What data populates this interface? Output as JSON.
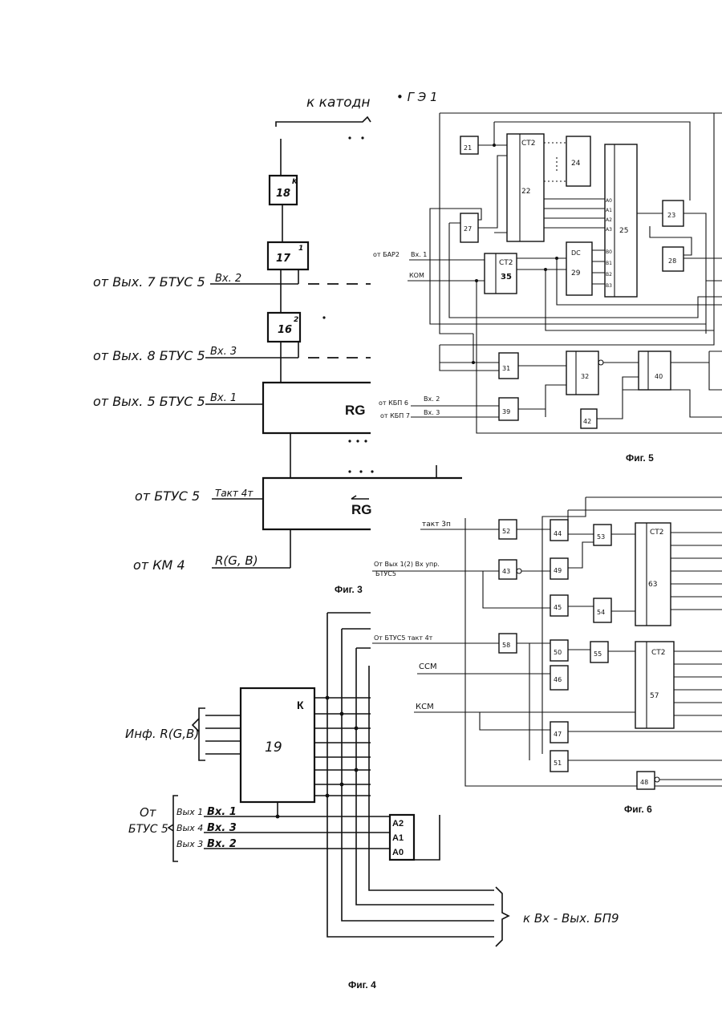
{
  "fig3": {
    "caption": "Фиг. 3",
    "top_label": "к катодн",
    "top_label_tail": "• Г Э 1",
    "blocks": {
      "b18": "18",
      "b18_mark": "K",
      "b17": "17",
      "b17_mark": "1",
      "b16": "16",
      "b16_mark": "2",
      "rg": "RG",
      "rg_rev": "RG"
    },
    "rows": [
      {
        "source": "от Вых. 7 БТУС 5",
        "input": "Вх. 2"
      },
      {
        "source": "от Вых. 8 БТУС 5",
        "input": "Вх. 3"
      },
      {
        "source": "от Вых. 5 БТУС 5",
        "input": "Вх. 1"
      },
      {
        "source": "от БТУС 5",
        "input": "Такт 4т"
      },
      {
        "source": "от КМ 4",
        "input": "R(G, B)"
      }
    ]
  },
  "fig4": {
    "caption": "Фиг. 4",
    "block": "19",
    "block_mark": "К",
    "inf_label": "Инф. R(G,B)",
    "src_label_1": "От",
    "src_label_2": "БТУС 5",
    "inputs": [
      {
        "out": "Вых 1",
        "in": "Вх. 1",
        "pin": "A2"
      },
      {
        "out": "Вых 4",
        "in": "Вх. 3",
        "pin": "A1"
      },
      {
        "out": "Вых 3",
        "in": "Вх. 2",
        "pin": "A0"
      }
    ],
    "dest_label": "к Вх - Вых. БП9"
  },
  "fig5": {
    "caption": "Фиг. 5",
    "blocks": {
      "b21": "21",
      "b22": "22",
      "b22_title": "CT2",
      "b24": "24",
      "b25": "25",
      "b23": "23",
      "b27": "27",
      "b28": "28",
      "b29": "29",
      "b29_title": "DC",
      "b35": "35",
      "b35_title": "CT2",
      "b31": "31",
      "b32": "32",
      "b40": "40",
      "b39": "39",
      "b42": "42"
    },
    "pins25": [
      "A0",
      "A1",
      "A2",
      "A3",
      "B0",
      "B1",
      "B2",
      "B3"
    ],
    "labels": {
      "bar": "от БАР2",
      "bar_in": "Вх. 1",
      "kom": "КОМ",
      "kbp6": "от КБП 6",
      "kbp6_in": "Вх. 2",
      "kbp7": "от КБП 7",
      "kbp7_in": "Вх. 3"
    }
  },
  "fig6": {
    "caption": "Фиг. 6",
    "blocks": {
      "b52": "52",
      "b44": "44",
      "b53": "53",
      "b63": "63",
      "b63_title": "CT2",
      "b43": "43",
      "b49": "49",
      "b45": "45",
      "b54": "54",
      "b58": "58",
      "b50": "50",
      "b55": "55",
      "b57": "57",
      "b57_title": "CT2",
      "b46": "46",
      "b47": "47",
      "b51": "51",
      "b48": "48"
    },
    "labels": {
      "takt3": "такт 3п",
      "vyh": "От Вых 1(2) Вх упр.",
      "btus": "БТУС5",
      "takt4": "От БТУС5 такт 4т",
      "ssm": "ССМ",
      "ksm": "КСМ"
    }
  }
}
